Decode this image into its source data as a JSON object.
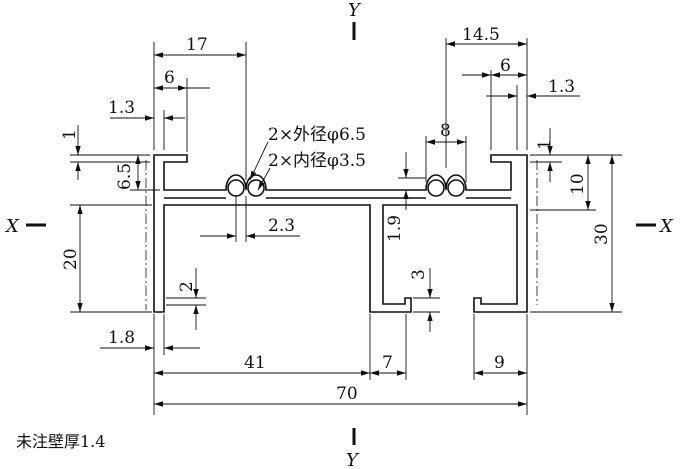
{
  "axes": {
    "y_top": "Y",
    "y_bottom": "Y",
    "x_left": "X",
    "x_right": "X"
  },
  "dims": {
    "d17": "17",
    "d6_left": "6",
    "d1_3_left": "1.3",
    "d1_left": "1",
    "d6_5": "6.5",
    "d20": "20",
    "d2": "2",
    "d1_8": "1.8",
    "d41": "41",
    "d7": "7",
    "d9": "9",
    "d70": "70",
    "d14_5": "14.5",
    "d6_right": "6",
    "d1_3_right": "1.3",
    "d1_right": "1",
    "d10": "10",
    "d30": "30",
    "d8": "8",
    "d1_9": "1.9",
    "d3": "3",
    "d2_3": "2.3"
  },
  "notes": {
    "outer_diameter": "2×外径φ6.5",
    "inner_diameter": "2×内径φ3.5",
    "wall_thickness": "未注壁厚1.4"
  }
}
